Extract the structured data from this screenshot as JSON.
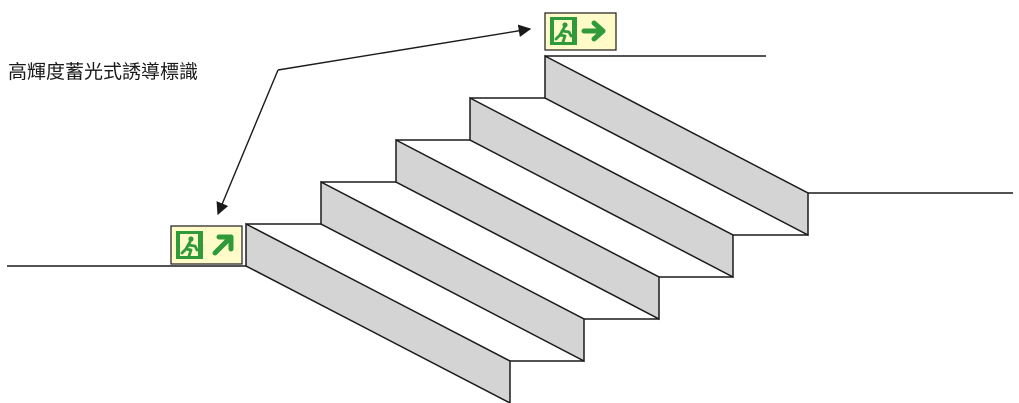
{
  "annotation": {
    "label": "高輝度蓄光式誘導標識"
  },
  "signs": [
    {
      "id": "upper",
      "figure": "running-man-exit-icon",
      "arrow": "right-arrow-icon"
    },
    {
      "id": "lower",
      "figure": "running-man-exit-icon",
      "arrow": "up-right-arrow-icon"
    }
  ],
  "colors": {
    "sign_background": "#fffbc8",
    "sign_green": "#2e9a3a",
    "riser_fill": "#d4d4d4",
    "line": "#1a1a1a"
  }
}
